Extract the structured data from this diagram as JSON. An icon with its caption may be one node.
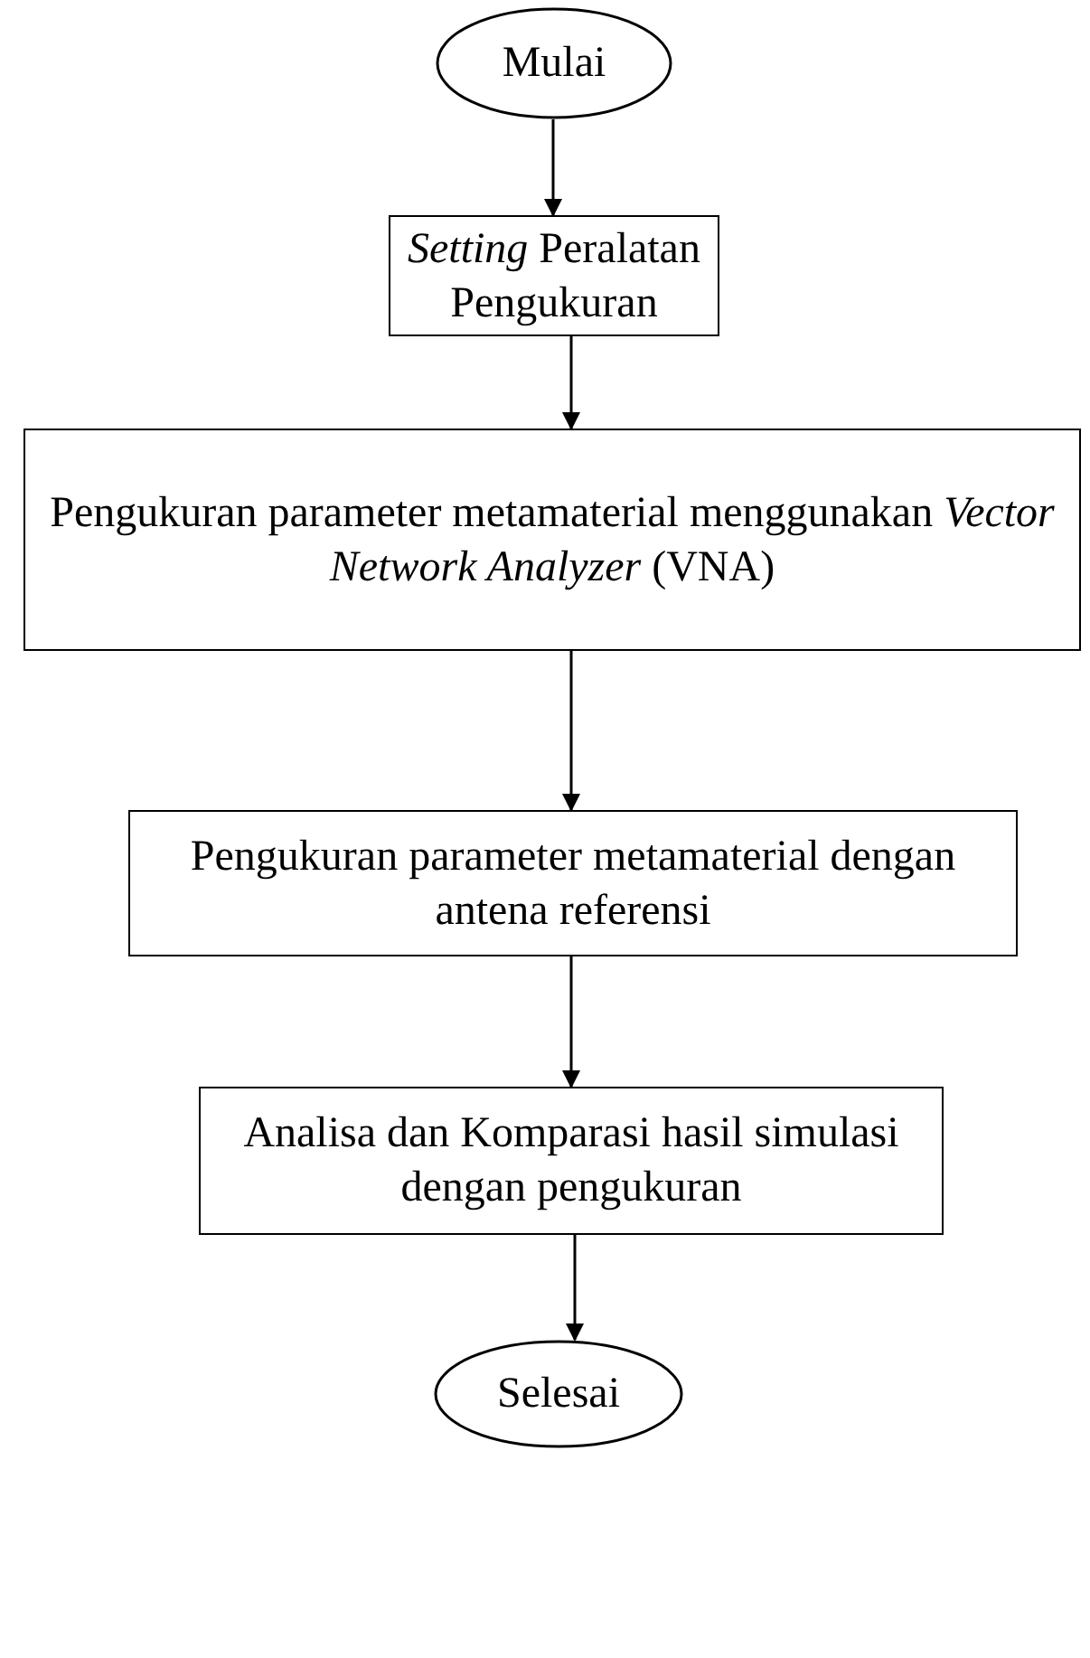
{
  "diagram": {
    "nodes": [
      {
        "text": [
          "Mulai"
        ]
      },
      {
        "text": [
          "*Setting* Peralatan Pengukuran"
        ]
      },
      {
        "text": [
          "Pengukuran parameter metamaterial menggunakan *Vector Network Analyzer* (VNA)"
        ]
      },
      {
        "text": [
          "Pengukuran parameter metamaterial dengan antena referensi"
        ]
      },
      {
        "text": [
          "Analisa dan Komparasi hasil simulasi dengan pengukuran"
        ]
      },
      {
        "text": [
          "Selesai"
        ]
      }
    ],
    "edges": [
      {
        "from": 0,
        "to": 1,
        "arrow": "to"
      },
      {
        "from": 1,
        "to": 2,
        "arrow": "to"
      },
      {
        "from": 2,
        "to": 3,
        "arrow": "to"
      },
      {
        "from": 3,
        "to": 4,
        "arrow": "to"
      },
      {
        "from": 4,
        "to": 5,
        "arrow": "to"
      }
    ]
  }
}
